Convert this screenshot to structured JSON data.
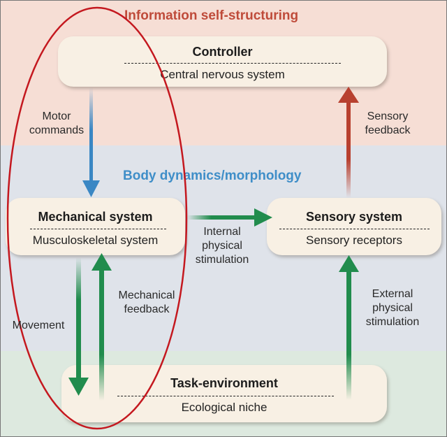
{
  "sections": {
    "top_title": "Information self-structuring",
    "middle_title": "Body dynamics/morphology"
  },
  "boxes": {
    "controller": {
      "title": "Controller",
      "subtitle": "Central nervous system"
    },
    "mechanical": {
      "title": "Mechanical system",
      "subtitle": "Musculoskeletal system"
    },
    "sensory": {
      "title": "Sensory system",
      "subtitle": "Sensory receptors"
    },
    "task": {
      "title": "Task-environment",
      "subtitle": "Ecological niche"
    }
  },
  "labels": {
    "motor_commands": [
      "Motor",
      "commands"
    ],
    "sensory_feedback": [
      "Sensory",
      "feedback"
    ],
    "internal_stimulation": [
      "Internal",
      "physical",
      "stimulation"
    ],
    "mechanical_feedback": [
      "Mechanical",
      "feedback"
    ],
    "movement": "Movement",
    "external_stimulation": [
      "External",
      "physical",
      "stimulation"
    ]
  },
  "colors": {
    "top_band": "#f6ded5",
    "middle_band": "#dfe3ea",
    "bottom_band": "#dde9df",
    "top_title": "#bf4b3a",
    "middle_title": "#3f8ec8",
    "motor_arrow": "#3a87c4",
    "sensory_arrow": "#b8402f",
    "green_arrow": "#218c4d",
    "ellipse": "#c4181f"
  }
}
